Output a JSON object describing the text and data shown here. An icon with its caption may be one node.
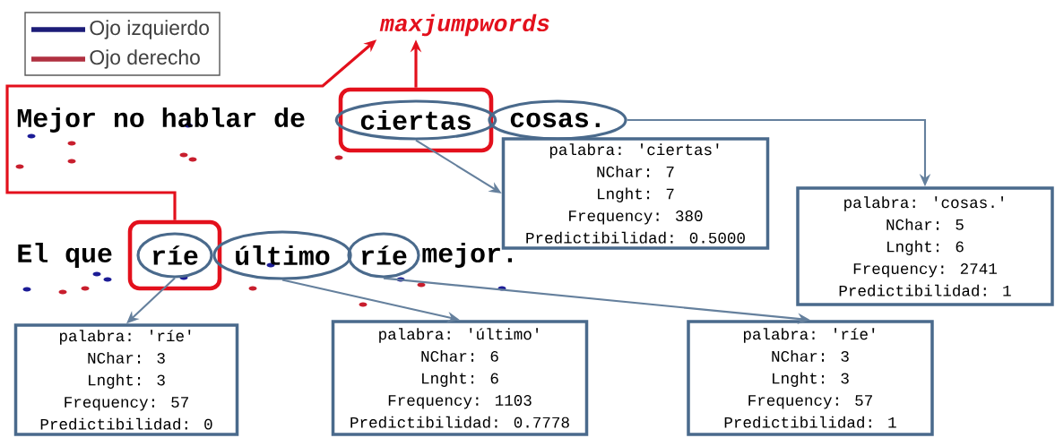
{
  "diagram": {
    "nodes": [
      {
        "text": [
          "maxjumpwords"
        ]
      },
      {
        "text": [],
        "shape": "box"
      },
      {
        "text": [
          "ciertas"
        ],
        "in": 1
      },
      {
        "text": [
          "cosas."
        ]
      },
      {
        "text": [],
        "shape": "box"
      },
      {
        "text": [
          "ríe"
        ],
        "in": 4
      },
      {
        "text": [
          "último"
        ]
      },
      {
        "text": [
          "ríe"
        ]
      },
      {
        "text": [
          "palabra: 'ciertas'",
          "NChar: 7",
          "Lnght: 7",
          "Frequency: 380",
          "Predictibilidad: 0.5000"
        ]
      },
      {
        "text": [
          "palabra: 'cosas.'",
          "NChar: 5",
          "Lnght: 6",
          "Frequency: 2741",
          "Predictibilidad: 1"
        ]
      },
      {
        "text": [
          "palabra: 'ríe'",
          "NChar: 3",
          "Lnght: 3",
          "Frequency: 57",
          "Predictibilidad: 0"
        ]
      },
      {
        "text": [
          "palabra: 'último'",
          "NChar: 6",
          "Lnght: 6",
          "Frequency: 1103",
          "Predictibilidad: 0.7778"
        ]
      },
      {
        "text": [
          "palabra: 'ríe'",
          "NChar: 3",
          "Lnght: 3",
          "Frequency: 57",
          "Predictibilidad: 1"
        ]
      }
    ],
    "edges": [
      {
        "from": 1,
        "to": 0,
        "arrow": "to",
        "color": "#e3101c"
      },
      {
        "from": 4,
        "to": 0,
        "arrow": "to",
        "color": "#e3101c"
      },
      {
        "from": 2,
        "to": 8,
        "arrow": "to"
      },
      {
        "from": 3,
        "to": 9,
        "arrow": "to"
      },
      {
        "from": 5,
        "to": 10,
        "arrow": "to"
      },
      {
        "from": 6,
        "to": 11,
        "arrow": "to"
      },
      {
        "from": 7,
        "to": 12,
        "arrow": "to"
      }
    ],
    "labels": [
      "Mejor no hablar de",
      "El que",
      "mejor."
    ],
    "legend": [
      {
        "text": "Ojo izquierdo"
      },
      {
        "text": "Ojo derecho"
      }
    ]
  }
}
